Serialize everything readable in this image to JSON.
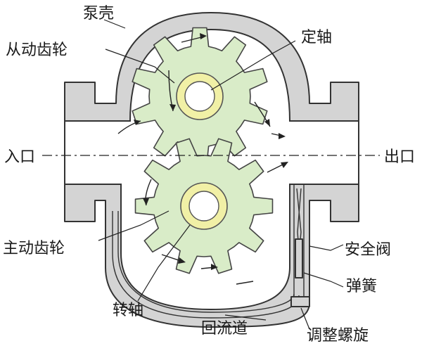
{
  "labels": {
    "pump_housing": "泵壳",
    "driven_gear": "从动齿轮",
    "fixed_shaft": "定轴",
    "inlet": "入口",
    "outlet": "出口",
    "driving_gear": "主动齿轮",
    "safety_valve": "安全阀",
    "spring": "弹簧",
    "rotating_shaft": "转轴",
    "return_channel": "回流道",
    "adjusting_screw": "调整螺旋"
  },
  "colors": {
    "housing": "#d4d4d4",
    "gear": "#d9ecc8",
    "shaft_ring": "#f1f0a6",
    "line": "#333333"
  }
}
